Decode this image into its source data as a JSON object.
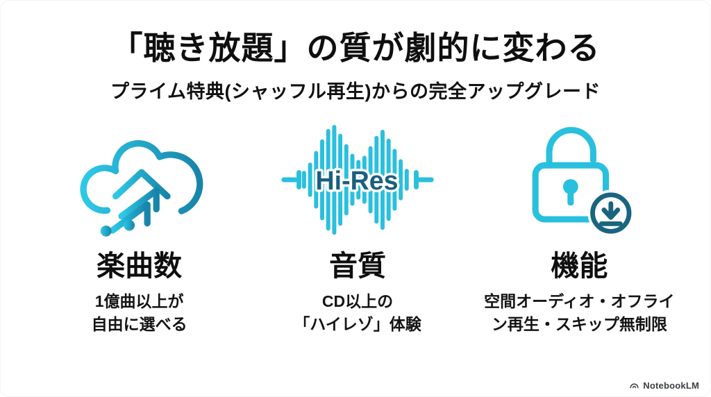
{
  "slide": {
    "title": "「聴き放題」の質が劇的に変わる",
    "subtitle": "プライム特典(シャッフル再生)からの完全アップグレード",
    "columns": [
      {
        "icon": "cloud-music-upload-icon",
        "heading": "楽曲数",
        "line1": "1億曲以上が",
        "line2": "自由に選べる"
      },
      {
        "icon": "hires-waveform-icon",
        "icon_label": "Hi-Res",
        "heading": "音質",
        "line1": "CD以上の",
        "line2": "「ハイレゾ」体験"
      },
      {
        "icon": "lock-download-icon",
        "heading": "機能",
        "line1": "空間オーディオ・オフライ",
        "line2": "ン再生・スキップ無制限"
      }
    ],
    "watermark": {
      "icon": "notebooklm-logo-icon",
      "label": "NotebookLM"
    },
    "colors": {
      "accent_cyan": "#29c0de",
      "accent_cyan_light": "#2ec9e6",
      "accent_teal_dark": "#1884aa",
      "hires_text": "#1a5f7e",
      "badge_teal": "#19657f",
      "text_black": "#0f0f0f",
      "watermark_gray": "#3c4043"
    }
  }
}
